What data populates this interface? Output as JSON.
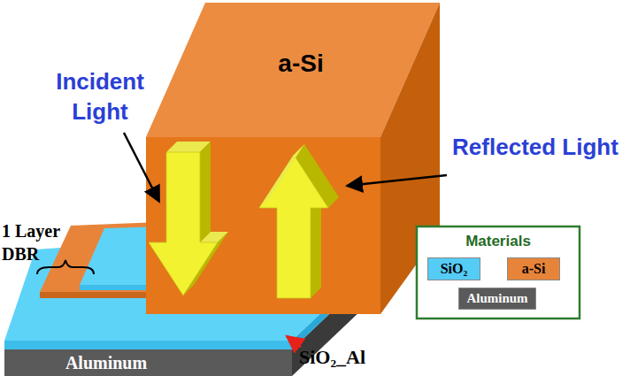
{
  "diagram": {
    "nodes": [
      {
        "text": [
          "a-Si"
        ]
      },
      {
        "text": [
          "Aluminum"
        ]
      }
    ],
    "edges": [],
    "labels": [
      "Incident Light",
      "Reflected Light",
      "1 Layer DBR",
      "SiO₂_Al",
      "Materials"
    ],
    "legend": [
      {
        "text": "SiO₂",
        "color": "#55ccf5"
      },
      {
        "text": "a-Si",
        "color": "#e8843a"
      },
      {
        "text": "Aluminum",
        "color": "#5a5a5a"
      }
    ]
  }
}
